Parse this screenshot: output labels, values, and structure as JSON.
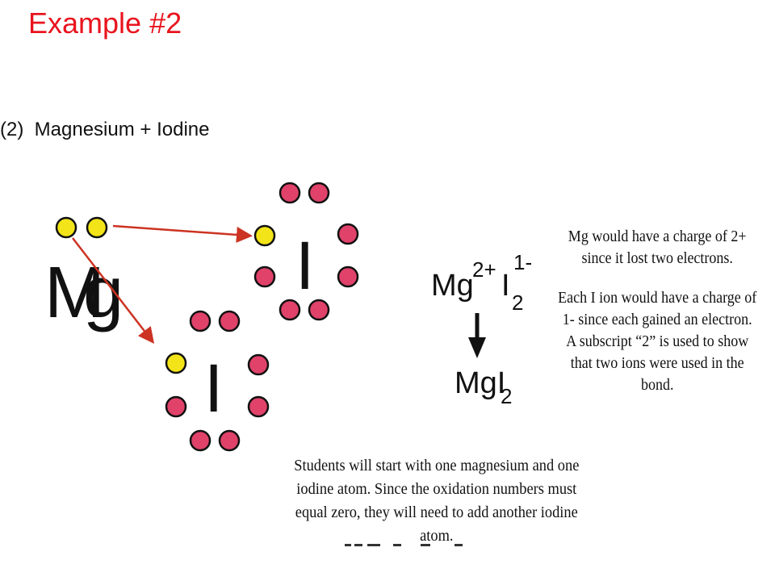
{
  "slide": {
    "title": "Example #2",
    "title_color": "#e8141e"
  },
  "diagram": {
    "label": "(2)  Magnesium + Iodine",
    "mg_symbol": "Mg",
    "iodine_symbol": "I",
    "colors": {
      "valence_electron_mg": "#f2e418",
      "valence_electron_i": "#e0426a",
      "transfer_arrow": "#cc3322",
      "outline": "#111111"
    },
    "formula": {
      "element_1": "Mg",
      "charge_1": "2+",
      "element_2": "I",
      "charge_2": "1-",
      "subscript_2": "2",
      "product_base": "MgI",
      "product_subscript": "2"
    }
  },
  "notes": {
    "right_line_1": "Mg would have a charge of 2+",
    "right_line_2": "since it lost two electrons.",
    "right_line_3": "Each I ion would have a charge of",
    "right_line_4": "1- since each gained an electron.",
    "right_line_5": "A subscript “2” is used to show",
    "right_line_6": "that two ions were used in the",
    "right_line_7": "bond.",
    "bottom_line_1": "Students will start with one magnesium and one",
    "bottom_line_2": "iodine atom. Since the oxidation numbers must",
    "bottom_line_3": "equal zero, they will need to add another iodine atom."
  }
}
